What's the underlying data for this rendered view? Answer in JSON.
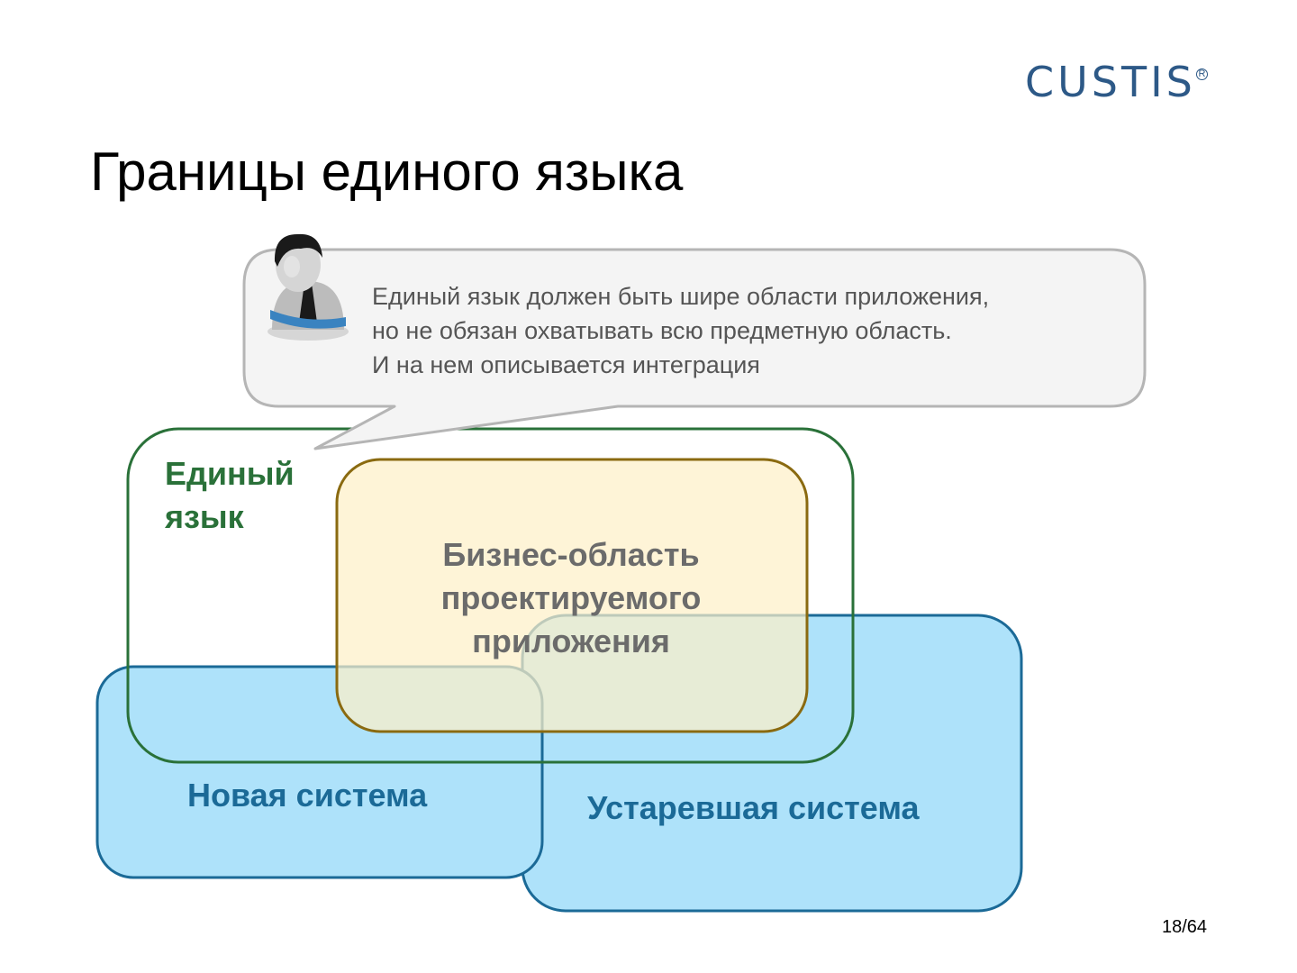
{
  "logo": {
    "text": "CUSTIS",
    "reg_mark": "R"
  },
  "title": "Границы единого языка",
  "callout": {
    "lines": [
      "Единый язык должен быть шире области приложения,",
      "но не обязан охватывать всю предметную область.",
      "И на нем описывается интеграция"
    ]
  },
  "regions": {
    "unified_language": {
      "lines": [
        "Единый",
        "язык"
      ]
    },
    "business_area": {
      "lines": [
        "Бизнес-область",
        "проектируемого",
        "приложения"
      ]
    },
    "new_system": {
      "label": "Новая система"
    },
    "legacy_system": {
      "label": "Устаревшая система"
    }
  },
  "page_number": "18/64",
  "colors": {
    "brand": "#2d5987",
    "language_border": "#2a7139",
    "business_border": "#8a6a10",
    "business_fill": "#fdf0c8",
    "system_border": "#1b6a97",
    "system_fill": "#aee2fa",
    "callout_border": "#b5b5b5",
    "callout_fill": "#f4f4f4"
  },
  "icons": {
    "callout_avatar": "user-avatar-icon"
  }
}
